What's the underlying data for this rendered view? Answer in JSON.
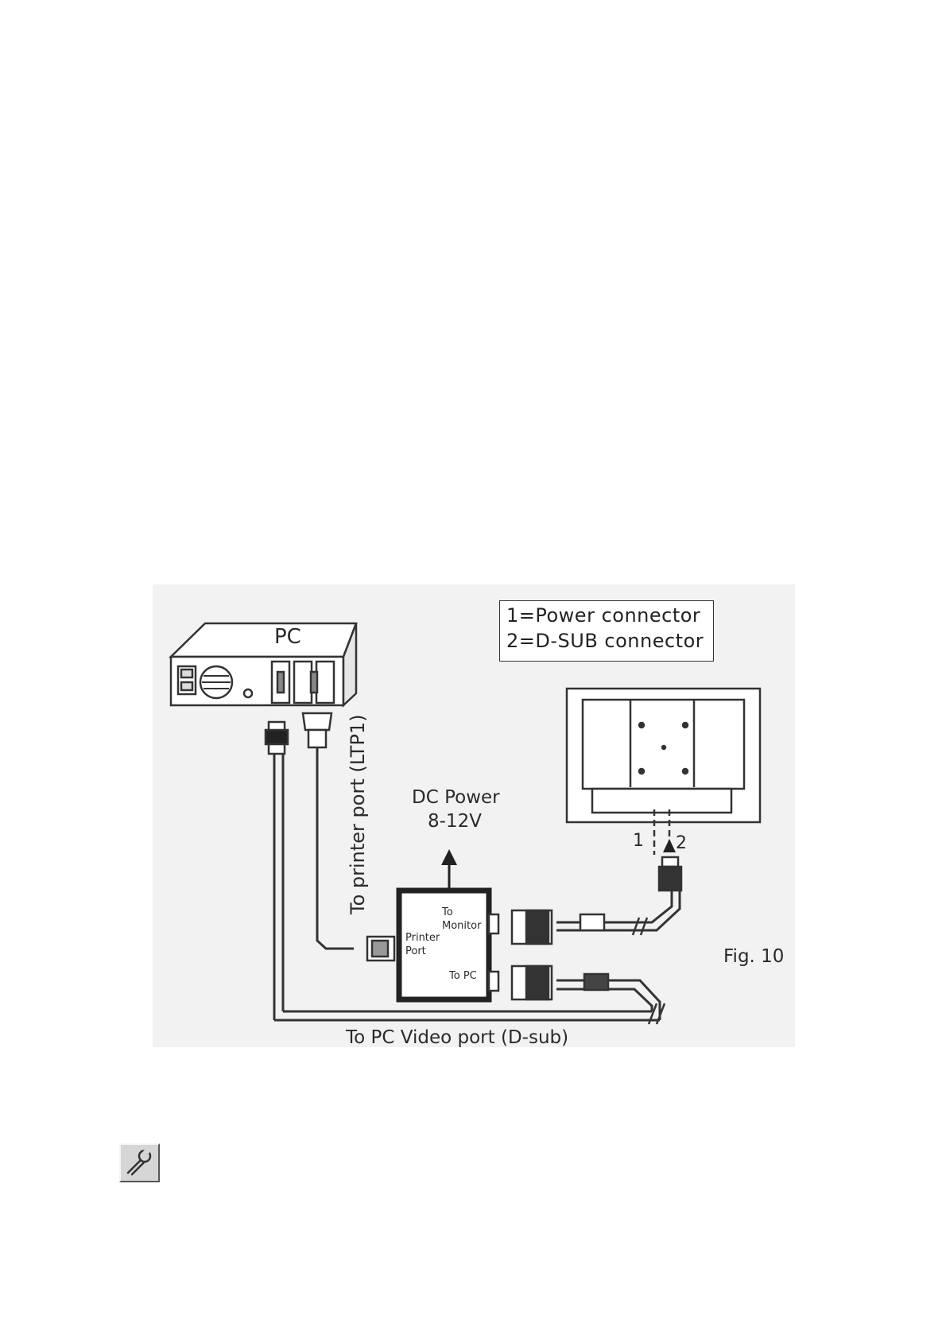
{
  "figure": {
    "pc_label": "PC",
    "legend": [
      "1=Power connector",
      "2=D-SUB connector"
    ],
    "printer_port_cable_label": "To printer port (LTP1)",
    "dc_power": [
      "DC Power",
      "8-12V"
    ],
    "box_labels": {
      "to_monitor": [
        "To",
        "Monitor"
      ],
      "printer_port": [
        "Printer",
        "Port"
      ],
      "to_pc": "To PC"
    },
    "connector_numbers": [
      "1",
      "2"
    ],
    "fig_caption": "Fig. 10",
    "video_port_label": "To PC Video port (D-sub)"
  },
  "tool_icon": "wrench-icon"
}
